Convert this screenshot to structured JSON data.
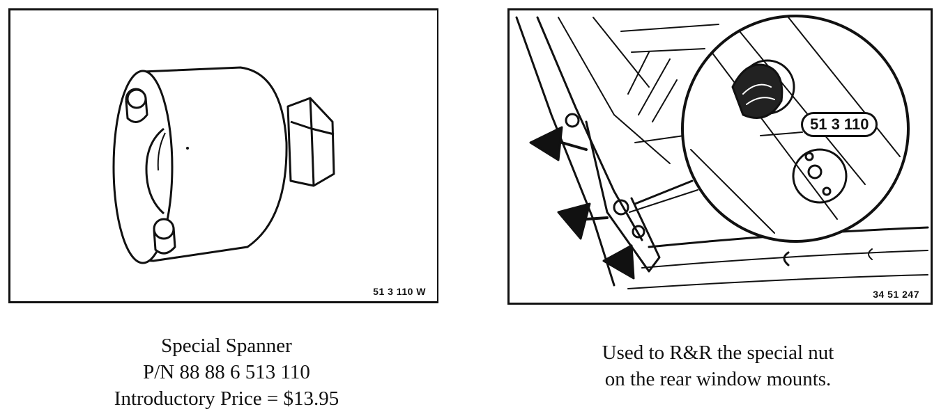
{
  "figures": {
    "left": {
      "code": "51 3 110 W",
      "illustration": "special-spanner-tool"
    },
    "right": {
      "code": "34 51 247",
      "callout": "51 3 110",
      "illustration": "rear-window-mount"
    }
  },
  "captions": {
    "left": {
      "line1": "Special Spanner",
      "line2": "P/N 88 88 6 513 110",
      "line3": "Introductory Price = $13.95"
    },
    "right": {
      "line1": "Used to R&R the special nut",
      "line2": "on the rear window mounts."
    }
  }
}
